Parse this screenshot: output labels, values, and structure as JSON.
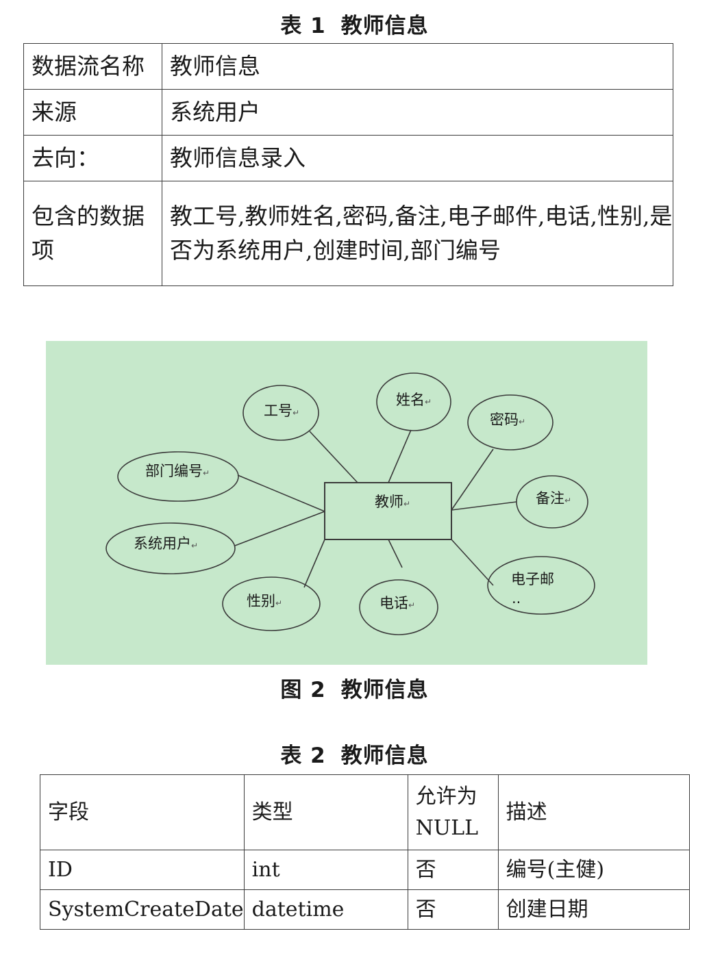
{
  "table1": {
    "caption_num": "表 1",
    "caption_title": "教师信息",
    "rows": [
      {
        "key": "数据流名称",
        "value": "教师信息"
      },
      {
        "key": "来源",
        "value": "系统用户"
      },
      {
        "key": "去向：",
        "value": "教师信息录入"
      },
      {
        "key": "包含的数据项",
        "value": "教工号,教师姓名,密码,备注,电子邮件,电话,性别,是否为系统用户,创建时间,部门编号"
      }
    ]
  },
  "figure": {
    "caption_num": "图 2",
    "caption_title": "教师信息",
    "entity": "教师",
    "attributes": [
      "工号",
      "姓名",
      "密码",
      "部门编号",
      "备注",
      "系统用户",
      "电子邮",
      "性别",
      "电话"
    ],
    "ellipsis": "..",
    "return_mark": "↵",
    "background_color": "#c6e8cb"
  },
  "table2": {
    "caption_num": "表 2",
    "caption_title": "教师信息",
    "header": [
      "字段",
      "类型",
      "允许为NULL",
      "描述"
    ],
    "rows": [
      [
        "ID",
        "int",
        "否",
        "编号(主健)"
      ],
      [
        "SystemCreateDate",
        "datetime",
        "否",
        "创建日期"
      ]
    ]
  }
}
